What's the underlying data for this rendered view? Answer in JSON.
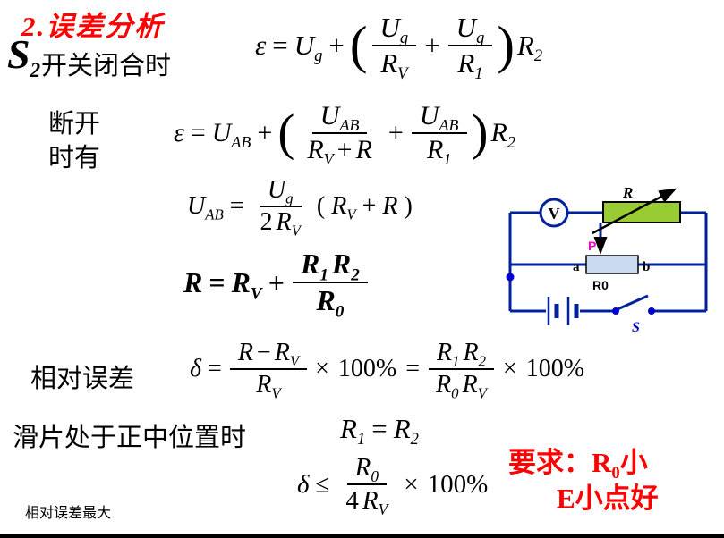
{
  "slide": {
    "title": "2.误差分析",
    "s2": {
      "base": "S",
      "sub": "2"
    },
    "closed_label": "开关闭合时",
    "open_label_line1": "断开",
    "open_label_line2": "时有",
    "relative_error_label": "相对误差",
    "slider_label": "滑片处于正中位置时",
    "max_error_label": "相对误差最大",
    "requirement": {
      "line1_pre": "要求：R",
      "line1_sub": "0",
      "line1_post": "小",
      "line2": "E小点好"
    }
  },
  "colors": {
    "title_red": "#ff0000",
    "wire_blue": "#00219b",
    "resistor_fill": "#99cc33",
    "r0_fill": "#c9d9f0",
    "slider_pink": "#ff00bb",
    "switch_blue": "#0000cc"
  },
  "circuit": {
    "voltmeter_label": "V",
    "resistor_label": "R",
    "point_a": "a",
    "point_b": "b",
    "slider_label": "P",
    "r0_label": "R0",
    "switch_label": "S"
  },
  "formulas": {
    "closed": {
      "tokens": [
        {
          "v": "ε"
        },
        {
          "o": "="
        },
        {
          "v": "U",
          "s": "g"
        },
        {
          "o": "+"
        },
        {
          "o": "(",
          "big": true
        },
        {
          "f": [
            [
              {
                "v": "U",
                "s": "g"
              }
            ],
            [
              {
                "v": "R",
                "s": "V"
              }
            ]
          ]
        },
        {
          "o": "+"
        },
        {
          "f": [
            [
              {
                "v": "U",
                "s": "g"
              }
            ],
            [
              {
                "v": "R",
                "s": "1"
              }
            ]
          ]
        },
        {
          "o": ")",
          "big": true
        },
        {
          "v": "R",
          "s": "2"
        }
      ]
    },
    "open": {
      "tokens": [
        {
          "v": "ε"
        },
        {
          "o": "="
        },
        {
          "v": "U",
          "s": "AB"
        },
        {
          "o": "+"
        },
        {
          "o": "(",
          "big": true
        },
        {
          "f": [
            [
              {
                "v": "U",
                "s": "AB"
              }
            ],
            [
              {
                "v": "R",
                "s": "V"
              },
              {
                "o": "+"
              },
              {
                "v": "R"
              }
            ]
          ]
        },
        {
          "o": "+"
        },
        {
          "f": [
            [
              {
                "v": "U",
                "s": "AB"
              }
            ],
            [
              {
                "v": "R",
                "s": "1"
              }
            ]
          ]
        },
        {
          "o": ")",
          "big": true
        },
        {
          "v": "R",
          "s": "2"
        }
      ]
    },
    "uab": {
      "tokens": [
        {
          "v": "U",
          "s": "AB"
        },
        {
          "o": "="
        },
        {
          "f": [
            [
              {
                "v": "U",
                "s": "g"
              }
            ],
            [
              {
                "o": "2"
              },
              {
                "v": "R",
                "s": "V"
              }
            ]
          ]
        },
        {
          "o": "("
        },
        {
          "v": "R",
          "s": "V"
        },
        {
          "o": "+"
        },
        {
          "v": "R"
        },
        {
          "o": ")"
        }
      ]
    },
    "r_total": {
      "tokens": [
        {
          "v": "R"
        },
        {
          "o": "="
        },
        {
          "v": "R",
          "s": "V"
        },
        {
          "o": "+"
        },
        {
          "f": [
            [
              {
                "v": "R",
                "s": "1"
              },
              {
                "v": "R",
                "s": "2"
              }
            ],
            [
              {
                "v": "R",
                "s": "0"
              }
            ]
          ]
        }
      ]
    },
    "delta": {
      "tokens": [
        {
          "v": "δ"
        },
        {
          "o": "="
        },
        {
          "f": [
            [
              {
                "v": "R"
              },
              {
                "o": "−"
              },
              {
                "v": "R",
                "s": "V"
              }
            ],
            [
              {
                "v": "R",
                "s": "V"
              }
            ]
          ]
        },
        {
          "o": "×"
        },
        {
          "o": "100%"
        },
        {
          "o": "="
        },
        {
          "f": [
            [
              {
                "v": "R",
                "s": "1"
              },
              {
                "v": "R",
                "s": "2"
              }
            ],
            [
              {
                "v": "R",
                "s": "0"
              },
              {
                "v": "R",
                "s": "V"
              }
            ]
          ]
        },
        {
          "o": "×"
        },
        {
          "o": "100%"
        }
      ]
    },
    "r1r2": {
      "tokens": [
        {
          "v": "R",
          "s": "1"
        },
        {
          "o": "="
        },
        {
          "v": "R",
          "s": "2"
        }
      ]
    },
    "delta_max": {
      "tokens": [
        {
          "v": "δ"
        },
        {
          "o": "≤"
        },
        {
          "f": [
            [
              {
                "v": "R",
                "s": "0"
              }
            ],
            [
              {
                "o": "4"
              },
              {
                "v": "R",
                "s": "V"
              }
            ]
          ]
        },
        {
          "o": "×"
        },
        {
          "o": "100%"
        }
      ]
    }
  }
}
